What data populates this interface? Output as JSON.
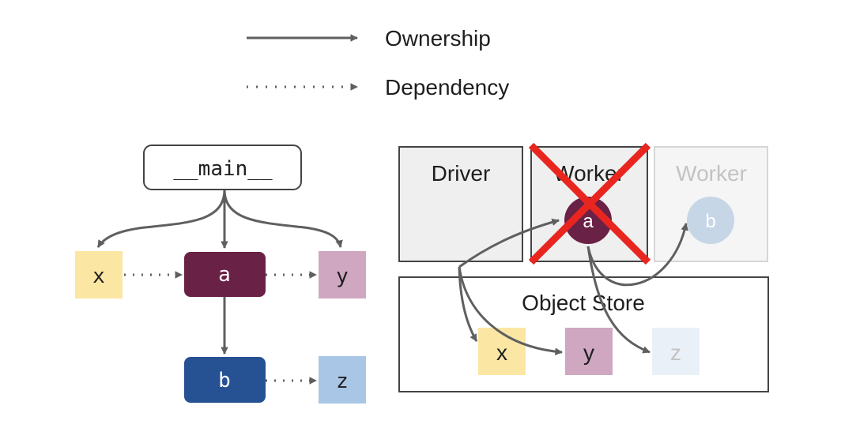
{
  "legend": {
    "ownership_label": "Ownership",
    "dependency_label": "Dependency"
  },
  "left_graph": {
    "root": "__main__",
    "node_x": "x",
    "node_a": "a",
    "node_y": "y",
    "node_b": "b",
    "node_z": "z"
  },
  "right_cluster": {
    "driver_label": "Driver",
    "worker1_label": "Worker",
    "worker1_object": "a",
    "worker2_label": "Worker",
    "worker2_object": "b",
    "object_store_label": "Object Store",
    "store_x": "x",
    "store_y": "y",
    "store_z": "z"
  },
  "colors": {
    "arrow": "#5f5f5f",
    "box_border": "#444444",
    "process_fill": "#efefef",
    "faded_border": "#d6d6d6",
    "faded_fill": "#f5f5f5",
    "cross": "#e8261f",
    "x_fill": "#fbe6a3",
    "y_fill": "#cfa7c0",
    "z_fill": "#a9c6e6",
    "z_faded_fill": "#eaf0f7",
    "a_fill": "#6a2146",
    "b_fill": "#265192",
    "b_faded_fill": "#c6d6e6",
    "text_dark": "#1e1e1e",
    "text_light": "#ffffff",
    "text_faded": "#c3c3c3"
  }
}
